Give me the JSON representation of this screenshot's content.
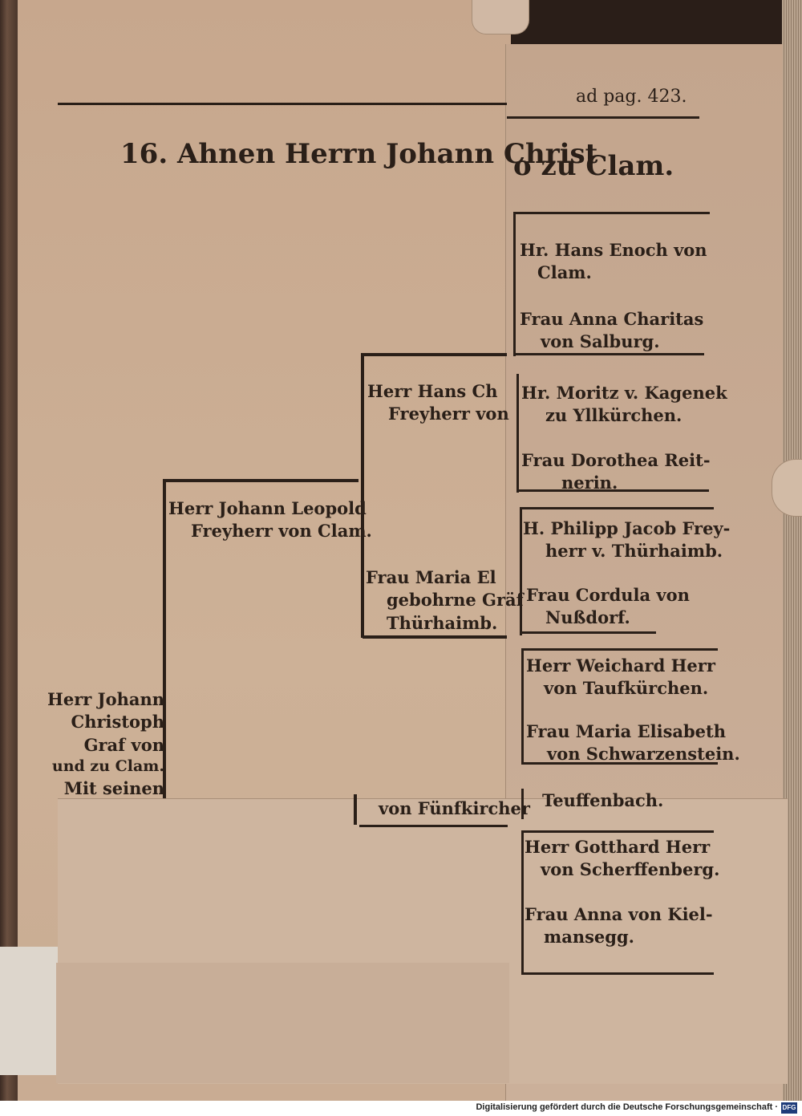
{
  "header": {
    "page_ref": "ad pag. 423.",
    "title_left": "16. Ahnen Herrn Johann Christ",
    "title_right": "o zu Clam."
  },
  "tree": {
    "generation_1": {
      "line1": "Herr Johann",
      "line2": "Christoph",
      "line3": "Graf von",
      "line4": "und zu Clam.",
      "line5": "Mit seinen"
    },
    "generation_2": {
      "father_line1": "Herr Johann Leopold",
      "father_line2": "Freyherr von Clam."
    },
    "generation_3": {
      "grandfather_line1": "Herr Hans Ch",
      "grandfather_line2": "Freyherr von",
      "grandmother_line1": "Frau Maria El",
      "grandmother_line2": "gebohrne Gräf",
      "grandmother_line3": "Thürhaimb.",
      "lower_line": "von Fünfkircher"
    },
    "generation_4": [
      {
        "line1": "Hr. Hans Enoch von",
        "line2": "Clam."
      },
      {
        "line1": "Frau Anna Charitas",
        "line2": "von Salburg."
      },
      {
        "line1": "Hr. Moritz v. Kagenek",
        "line2": "zu Yllkürchen."
      },
      {
        "line1": "Frau Dorothea Reit-",
        "line2": "nerin."
      },
      {
        "line1": "H. Philipp Jacob Frey-",
        "line2": "herr v. Thürhaimb."
      },
      {
        "line1": "Frau Cordula von",
        "line2": "Nußdorf."
      },
      {
        "line1": "Herr Weichard Herr",
        "line2": "von Taufkürchen."
      },
      {
        "line1": "Frau Maria Elisabeth",
        "line2": "von Schwarzenstein."
      },
      {
        "line1": "Teuffenbach."
      },
      {
        "line1": "Herr Gotthard Herr",
        "line2": "von Scherffenberg."
      },
      {
        "line1": "Frau Anna von Kiel-",
        "line2": "mansegg."
      }
    ]
  },
  "footer": {
    "credit": "Digitalisierung gefördert durch die Deutsche Forschungsgemeinschaft ·",
    "logo_text": "DFG"
  }
}
